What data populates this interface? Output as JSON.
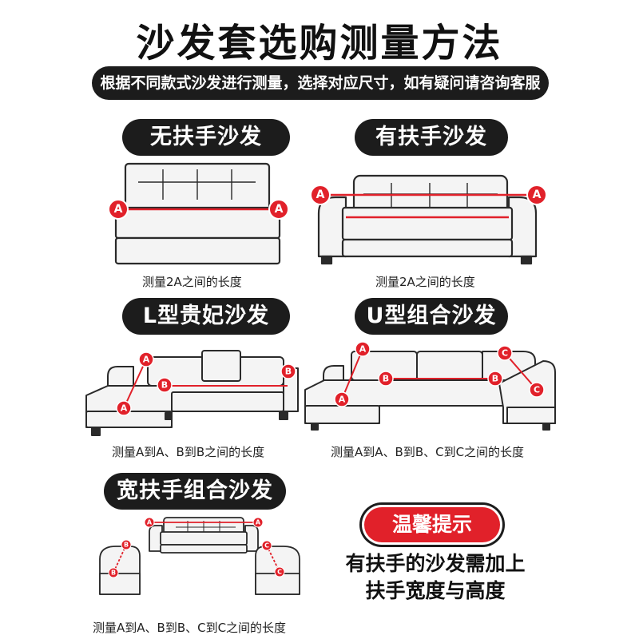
{
  "title": "沙发套选购测量方法",
  "subtitle": "根据不同款式沙发进行测量，选择对应尺寸，如有疑问请咨询客服",
  "sections": {
    "no_arm": {
      "title": "无扶手沙发",
      "caption": "测量2A之间的长度"
    },
    "with_arm": {
      "title": "有扶手沙发",
      "caption": "测量2A之间的长度"
    },
    "l_shape": {
      "title": "L型贵妃沙发",
      "caption": "测量A到A、B到B之间的长度"
    },
    "u_shape": {
      "title": "U型组合沙发",
      "caption": "测量A到A、B到B、C到C之间的长度"
    },
    "wide_arm": {
      "title": "宽扶手组合沙发",
      "caption": "测量A到A、B到B、C到C之间的长度"
    }
  },
  "tip": {
    "label": "温馨提示",
    "line1": "有扶手的沙发需加上",
    "line2": "扶手宽度与高度"
  },
  "markers": {
    "a": "A",
    "b": "B",
    "c": "C"
  },
  "colors": {
    "accent": "#e1212a",
    "dark": "#1c1c1c",
    "sofa_fill": "#f4f4f4",
    "outline": "#2a2a2a"
  }
}
